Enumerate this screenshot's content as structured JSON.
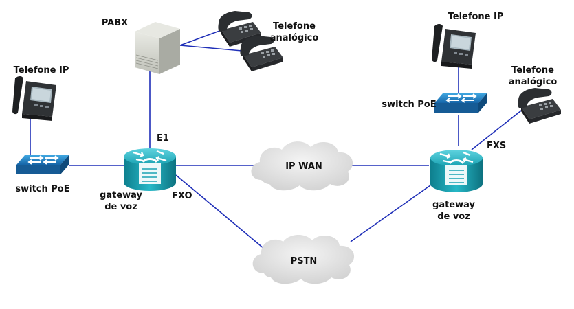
{
  "labels": {
    "pabx": "PABX",
    "analog_phone_top": "Telefone\nanalógico",
    "ip_phone_left": "Telefone IP",
    "switch_left": "switch PoE",
    "e1": "E1",
    "gateway_left": "gateway\nde voz",
    "fxo": "FXO",
    "ip_wan": "IP WAN",
    "pstn": "PSTN",
    "ip_phone_right": "Telefone IP",
    "analog_phone_right": "Telefone\nanalógico",
    "switch_right": "switch PoE",
    "fxs": "FXS",
    "gateway_right": "gateway\nde voz"
  },
  "colors": {
    "link": "#1f2fb8",
    "router_teal": "#1aa3b3",
    "switch_blue": "#1f7fbf",
    "cloud": "#e4e4e4",
    "pabx": "#d8dad2"
  },
  "icons": {
    "pabx": "pabx-server-icon",
    "phone_analog": "analog-telephone-icon",
    "phone_ip": "ip-telephone-icon",
    "switch": "poe-switch-icon",
    "router": "voice-gateway-router-icon",
    "cloud": "network-cloud-icon"
  }
}
